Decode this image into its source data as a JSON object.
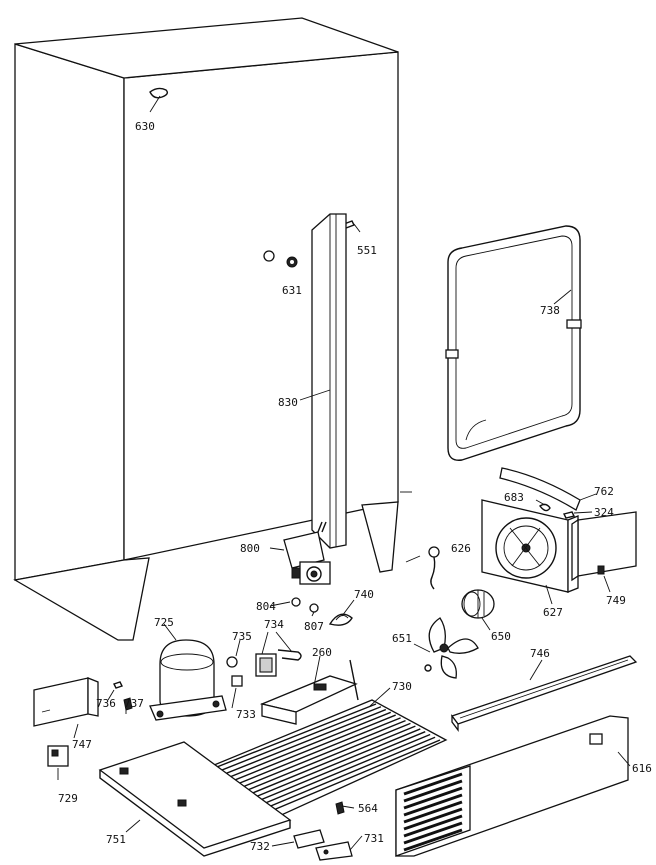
{
  "labels": {
    "l630": "630",
    "l551": "551",
    "l631": "631",
    "l738": "738",
    "l830": "830",
    "l762": "762",
    "l683": "683",
    "l324": "324",
    "l800": "800",
    "l626": "626",
    "l740": "740",
    "l804": "804",
    "l807": "807",
    "l627": "627",
    "l749": "749",
    "l725": "725",
    "l735": "735",
    "l734": "734",
    "l651": "651",
    "l650": "650",
    "l260": "260",
    "l746": "746",
    "l736": "736",
    "l737": "737",
    "l733": "733",
    "l730": "730",
    "l747": "747",
    "l729": "729",
    "l751": "751",
    "l564": "564",
    "l616": "616",
    "l732": "732",
    "l731": "731"
  }
}
